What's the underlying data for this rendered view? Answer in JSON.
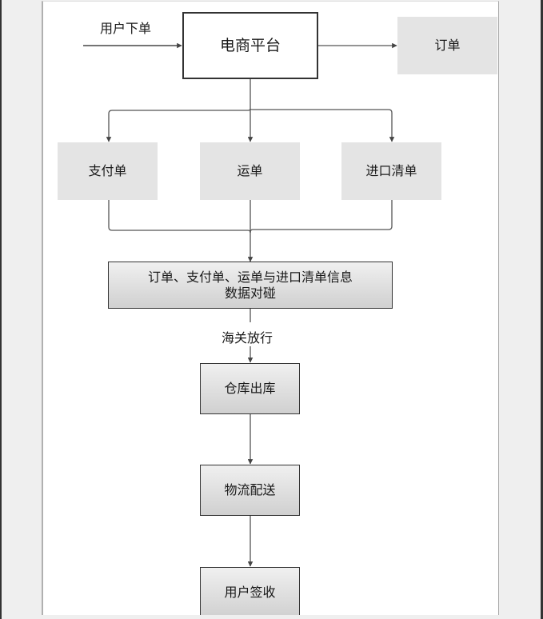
{
  "diagram": {
    "title": "",
    "input_label": "用户下单",
    "platform": "电商平台",
    "order": "订单",
    "documents": [
      "支付单",
      "运单",
      "进口清单"
    ],
    "reconcile_line1": "订单、支付单、运单与进口清单信息",
    "reconcile_line2": "数据对碰",
    "customs_label": "海关放行",
    "steps": [
      "仓库出库",
      "物流配送",
      "用户签收"
    ]
  },
  "colors": {
    "line": "#555555",
    "box_border": "#333333",
    "flat_fill": "#e4e4e4",
    "gradient_top": "#f0f0f0",
    "gradient_bottom": "#d0d0d0",
    "background": "#efefef"
  }
}
